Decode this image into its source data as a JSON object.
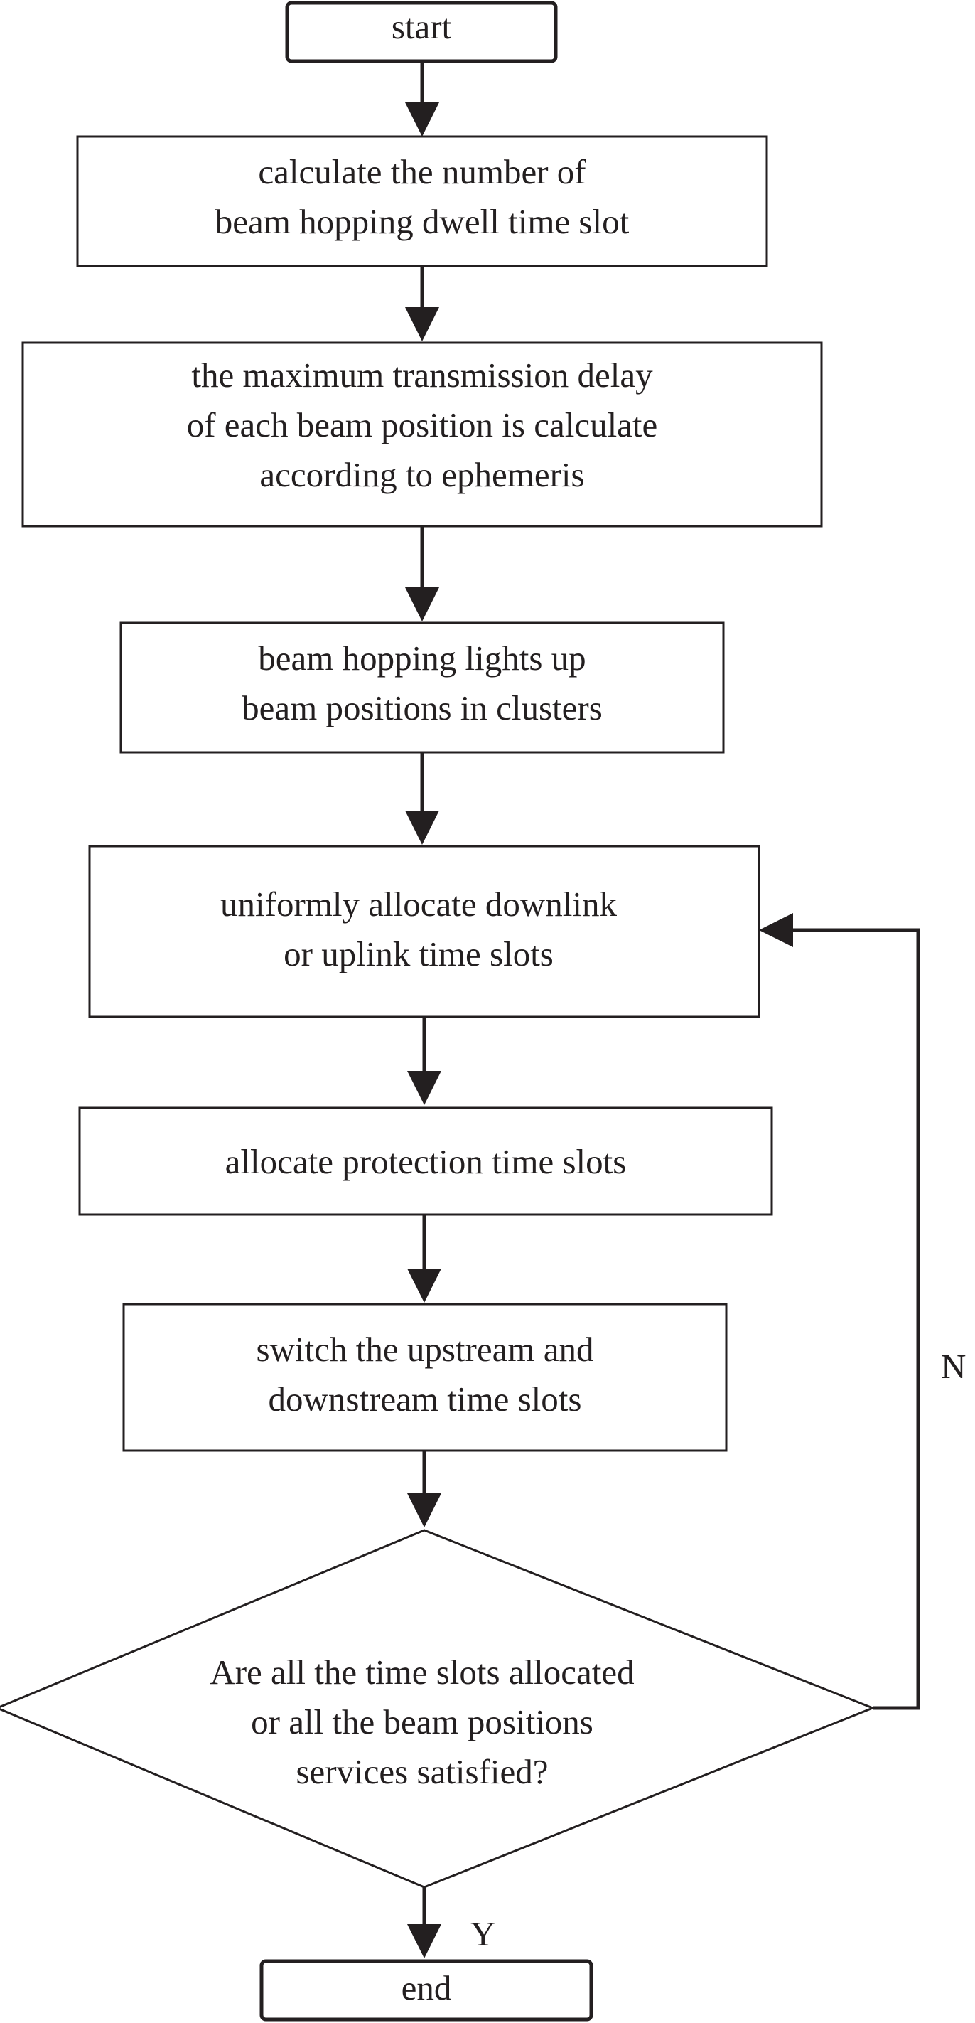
{
  "diagram": {
    "type": "flowchart",
    "colors": {
      "stroke": "#231f20",
      "text": "#231f20",
      "background": "#ffffff"
    },
    "nodes": {
      "start": {
        "kind": "terminal",
        "text": "start"
      },
      "calc_slots": {
        "kind": "process",
        "lines": [
          "calculate the number of",
          "beam hopping dwell time slot"
        ]
      },
      "max_delay": {
        "kind": "process",
        "lines": [
          "the maximum transmission delay",
          "of each beam position is calculate",
          "according to ephemeris"
        ]
      },
      "clusters": {
        "kind": "process",
        "lines": [
          "beam hopping lights up",
          "beam positions in clusters"
        ]
      },
      "allocate_uniform": {
        "kind": "process",
        "lines": [
          "uniformly allocate downlink",
          "or uplink time slots"
        ]
      },
      "allocate_protection": {
        "kind": "process",
        "lines": [
          "allocate protection time slots"
        ]
      },
      "switch_slots": {
        "kind": "process",
        "lines": [
          "switch the upstream and",
          "downstream time slots"
        ]
      },
      "decision": {
        "kind": "decision",
        "lines": [
          "Are all the time slots allocated",
          "or all the beam positions",
          "services satisfied?"
        ]
      },
      "end": {
        "kind": "terminal",
        "text": "end"
      }
    },
    "edges": [
      {
        "from": "start",
        "to": "calc_slots"
      },
      {
        "from": "calc_slots",
        "to": "max_delay"
      },
      {
        "from": "max_delay",
        "to": "clusters"
      },
      {
        "from": "clusters",
        "to": "allocate_uniform"
      },
      {
        "from": "allocate_uniform",
        "to": "allocate_protection"
      },
      {
        "from": "allocate_protection",
        "to": "switch_slots"
      },
      {
        "from": "switch_slots",
        "to": "decision"
      },
      {
        "from": "decision",
        "to": "end",
        "label": "Y"
      },
      {
        "from": "decision",
        "to": "allocate_uniform",
        "label": "N"
      }
    ]
  }
}
